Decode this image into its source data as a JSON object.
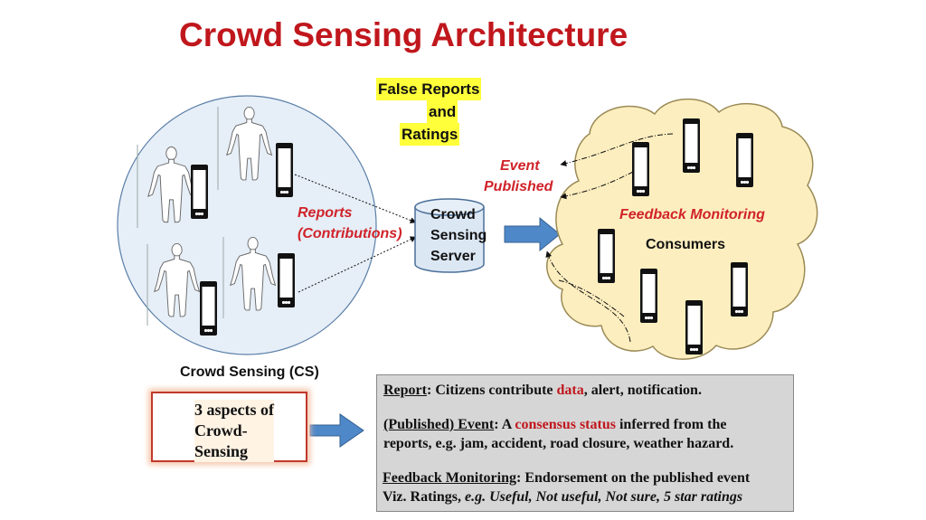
{
  "title": "Crowd Sensing Architecture",
  "false_reports": {
    "line1": "False Reports",
    "line2": "and",
    "line3": "Ratings"
  },
  "event_published": {
    "line1": "Event",
    "line2": "Published"
  },
  "reports": {
    "line1": "Reports",
    "line2": "(Contributions)"
  },
  "server": {
    "line1": "Crowd",
    "line2": "Sensing",
    "line3": "Server"
  },
  "feedback_monitoring": "Feedback Monitoring",
  "consumers": "Consumers",
  "cs_label": "Crowd Sensing (CS)",
  "aspects": {
    "line1": "3 aspects of",
    "line2": "Crowd-",
    "line3": "Sensing"
  },
  "info": {
    "report_heading": "Report",
    "report_pre": ": Citizens contribute ",
    "report_data": "data",
    "report_post": ", alert, notification.",
    "published_heading": "(Published) Event",
    "published_pre": ": A ",
    "published_status": "consensus status",
    "published_post": " inferred from the",
    "published_line2": "reports, e.g. jam, accident, road closure, weather hazard.",
    "feedback_heading": "Feedback Monitoring",
    "feedback_post": ": Endorsement on the published event",
    "feedback_line2_pre": "Viz. Ratings,  ",
    "feedback_line2_it": "e.g. Useful, Not useful, Not sure, 5 star ratings"
  },
  "colors": {
    "title_red": "#c0171d",
    "highlight": "#ffff3a",
    "circle_fill": "#e6eef7",
    "cloud_fill": "#fdeebf",
    "arrow_blue": "#4f88c9"
  },
  "icons": [
    "person-icon",
    "smartphone-icon",
    "database-icon",
    "cloud-shape",
    "block-arrow"
  ]
}
